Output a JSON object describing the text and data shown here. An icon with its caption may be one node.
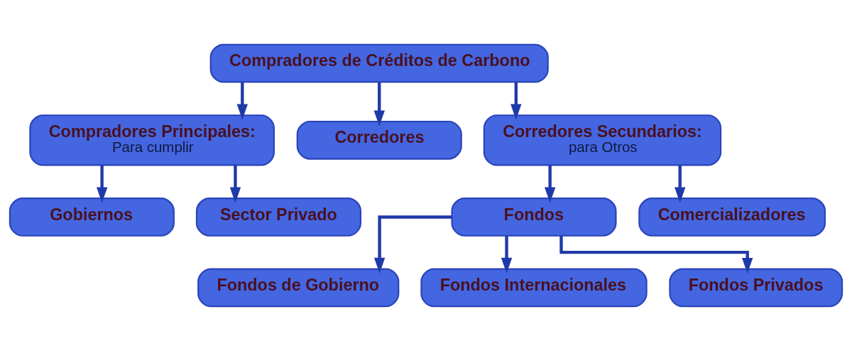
{
  "diagram": {
    "nodes": [
      {
        "text": [
          "Compradores de Créditos de Carbono"
        ]
      },
      {
        "text": [
          "Compradores Principales:",
          "Para cumplir"
        ]
      },
      {
        "text": [
          "Corredores"
        ]
      },
      {
        "text": [
          "Corredores Secundarios:",
          "para Otros"
        ]
      },
      {
        "text": [
          "Gobiernos"
        ]
      },
      {
        "text": [
          "Sector Privado"
        ]
      },
      {
        "text": [
          "Fondos"
        ]
      },
      {
        "text": [
          "Comercializadores"
        ]
      },
      {
        "text": [
          "Fondos de Gobierno"
        ]
      },
      {
        "text": [
          "Fondos Internacionales"
        ]
      },
      {
        "text": [
          "Fondos Privados"
        ]
      }
    ],
    "edges": [
      {
        "from": 0,
        "to": 1,
        "arrow": "to"
      },
      {
        "from": 0,
        "to": 2,
        "arrow": "to"
      },
      {
        "from": 0,
        "to": 3,
        "arrow": "to"
      },
      {
        "from": 1,
        "to": 4,
        "arrow": "to"
      },
      {
        "from": 1,
        "to": 5,
        "arrow": "to"
      },
      {
        "from": 3,
        "to": 6,
        "arrow": "to"
      },
      {
        "from": 3,
        "to": 7,
        "arrow": "to"
      },
      {
        "from": 6,
        "to": 8,
        "arrow": "to"
      },
      {
        "from": 6,
        "to": 9,
        "arrow": "to"
      },
      {
        "from": 6,
        "to": 10,
        "arrow": "to"
      }
    ]
  }
}
